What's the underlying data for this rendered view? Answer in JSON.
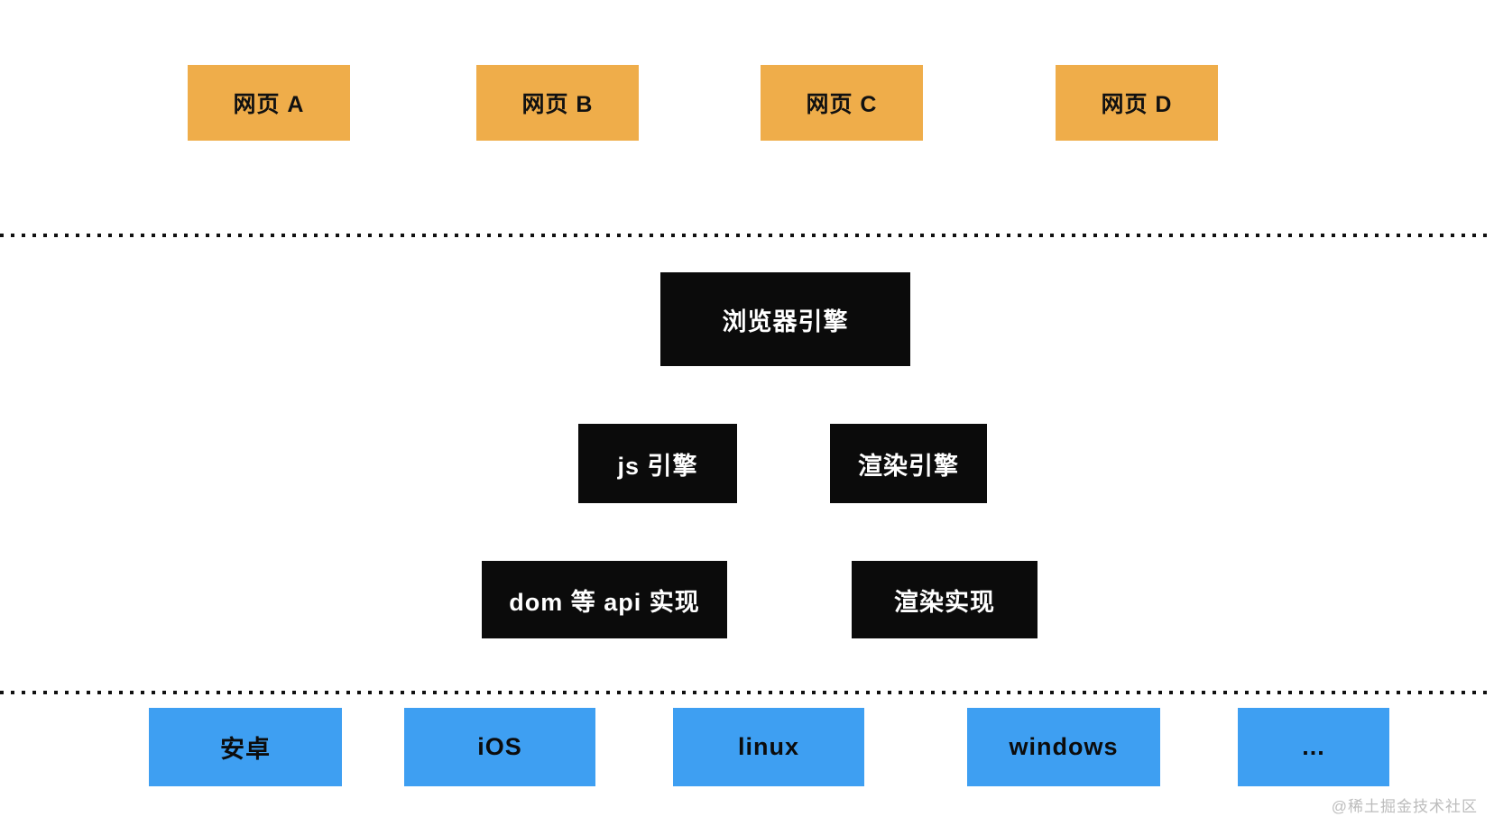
{
  "webpage_layer": {
    "items": [
      {
        "label": "网页 A"
      },
      {
        "label": "网页 B"
      },
      {
        "label": "网页 C"
      },
      {
        "label": "网页 D"
      }
    ]
  },
  "engine_layer": {
    "browser_engine": {
      "label": "浏览器引擎"
    },
    "engines": [
      {
        "label": "js 引擎"
      },
      {
        "label": "渲染引擎"
      }
    ],
    "implementations": [
      {
        "label": "dom 等 api 实现"
      },
      {
        "label": "渲染实现"
      }
    ]
  },
  "platform_layer": {
    "items": [
      {
        "label": "安卓"
      },
      {
        "label": "iOS"
      },
      {
        "label": "linux"
      },
      {
        "label": "windows"
      },
      {
        "label": "..."
      }
    ]
  },
  "watermark": {
    "label": "@稀土掘金技术社区"
  },
  "colors": {
    "webpage_box": "#efad4a",
    "engine_box": "#0b0b0b",
    "engine_text": "#ffffff",
    "platform_box": "#3e9ff2",
    "separator_dots": "#111111",
    "watermark_text": "#bcbcbc",
    "background": "#ffffff"
  }
}
